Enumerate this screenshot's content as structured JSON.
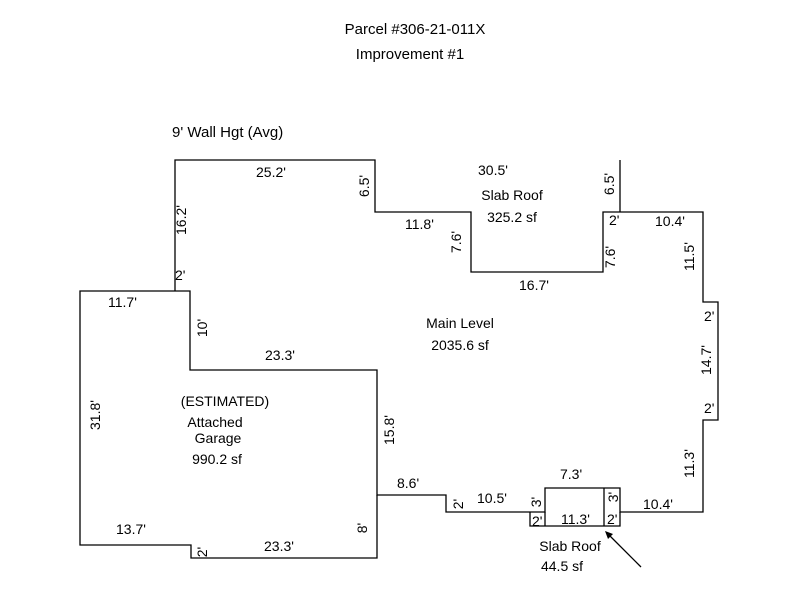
{
  "header": {
    "parcel": "Parcel #306-21-011X",
    "improvement": "Improvement #1",
    "wall_height": "9' Wall Hgt (Avg)"
  },
  "areas": {
    "slab_roof_top": {
      "name": "Slab Roof",
      "area": "325.2 sf"
    },
    "main_level": {
      "name": "Main Level",
      "area": "2035.6 sf"
    },
    "garage": {
      "estimated": "(ESTIMATED)",
      "name_line1": "Attached",
      "name_line2": "Garage",
      "area": "990.2 sf"
    },
    "slab_roof_bottom": {
      "name": "Slab Roof",
      "area": "44.5 sf"
    }
  },
  "dimensions": {
    "top_left_width": "25.2'",
    "top_slab_width": "30.5'",
    "slab_left_height": "6.5'",
    "slab_right_height": "6.5'",
    "slab_inner_left": "11.8'",
    "slab_inner_left_height": "7.6'",
    "slab_inner_right_small": "2'",
    "slab_inner_right_height": "7.6'",
    "slab_bottom": "16.7'",
    "right_top_width": "10.4'",
    "right_upper_height": "11.5'",
    "right_step_top": "2'",
    "right_mid_height": "14.7'",
    "right_step_bottom": "2'",
    "right_lower_height": "11.3'",
    "left_upper_height": "16.2'",
    "left_small": "2'",
    "garage_top_width": "11.7'",
    "garage_inner_height": "10'",
    "garage_inner_width": "23.3'",
    "garage_left_height": "31.8'",
    "garage_right_height": "15.8'",
    "bottom_step_width": "8.6'",
    "bottom_step_height": "2'",
    "bottom_mid_width": "10.5'",
    "notch_width": "7.3'",
    "notch_left_height": "3'",
    "notch_right_height": "3'",
    "bottom_right_width": "10.4'",
    "slab_small_left": "2'",
    "slab_small_width": "11.3'",
    "slab_small_right": "2'",
    "garage_bottom_left": "13.7'",
    "garage_bottom_step": "2'",
    "garage_bottom_width": "23.3'",
    "garage_bottom_right": "8'"
  }
}
